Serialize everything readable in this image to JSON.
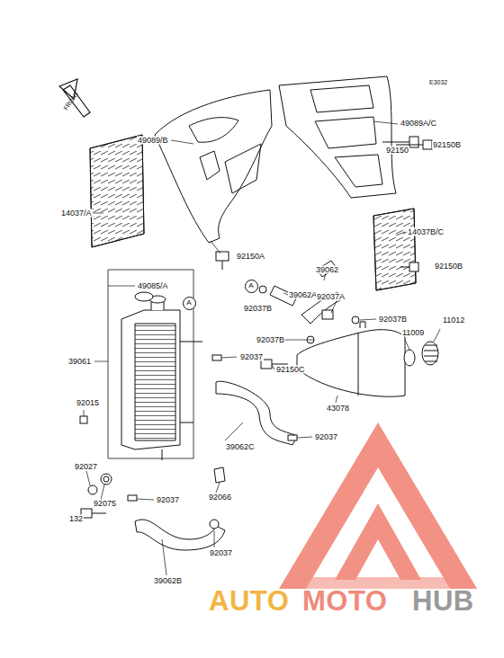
{
  "diagram": {
    "nodes": [
      {
        "text": [
          "A"
        ]
      },
      {
        "text": [
          "A"
        ]
      }
    ],
    "labels": [
      "E3032",
      "FRONT",
      "49089/B",
      "49089A/C",
      "92150",
      "92150B",
      "14037/A",
      "14037B/C",
      "92150B",
      "92150A",
      "39062",
      "39062A",
      "92037B",
      "92037A",
      "49085/A",
      "92037B",
      "11012",
      "11009",
      "92037",
      "92037B",
      "39061",
      "92150C",
      "43078",
      "92015",
      "39062C",
      "92037",
      "92027",
      "132",
      "92075",
      "92037",
      "92066",
      "92037",
      "39062B",
      "AUTO",
      "MOTO",
      "HUB"
    ]
  }
}
